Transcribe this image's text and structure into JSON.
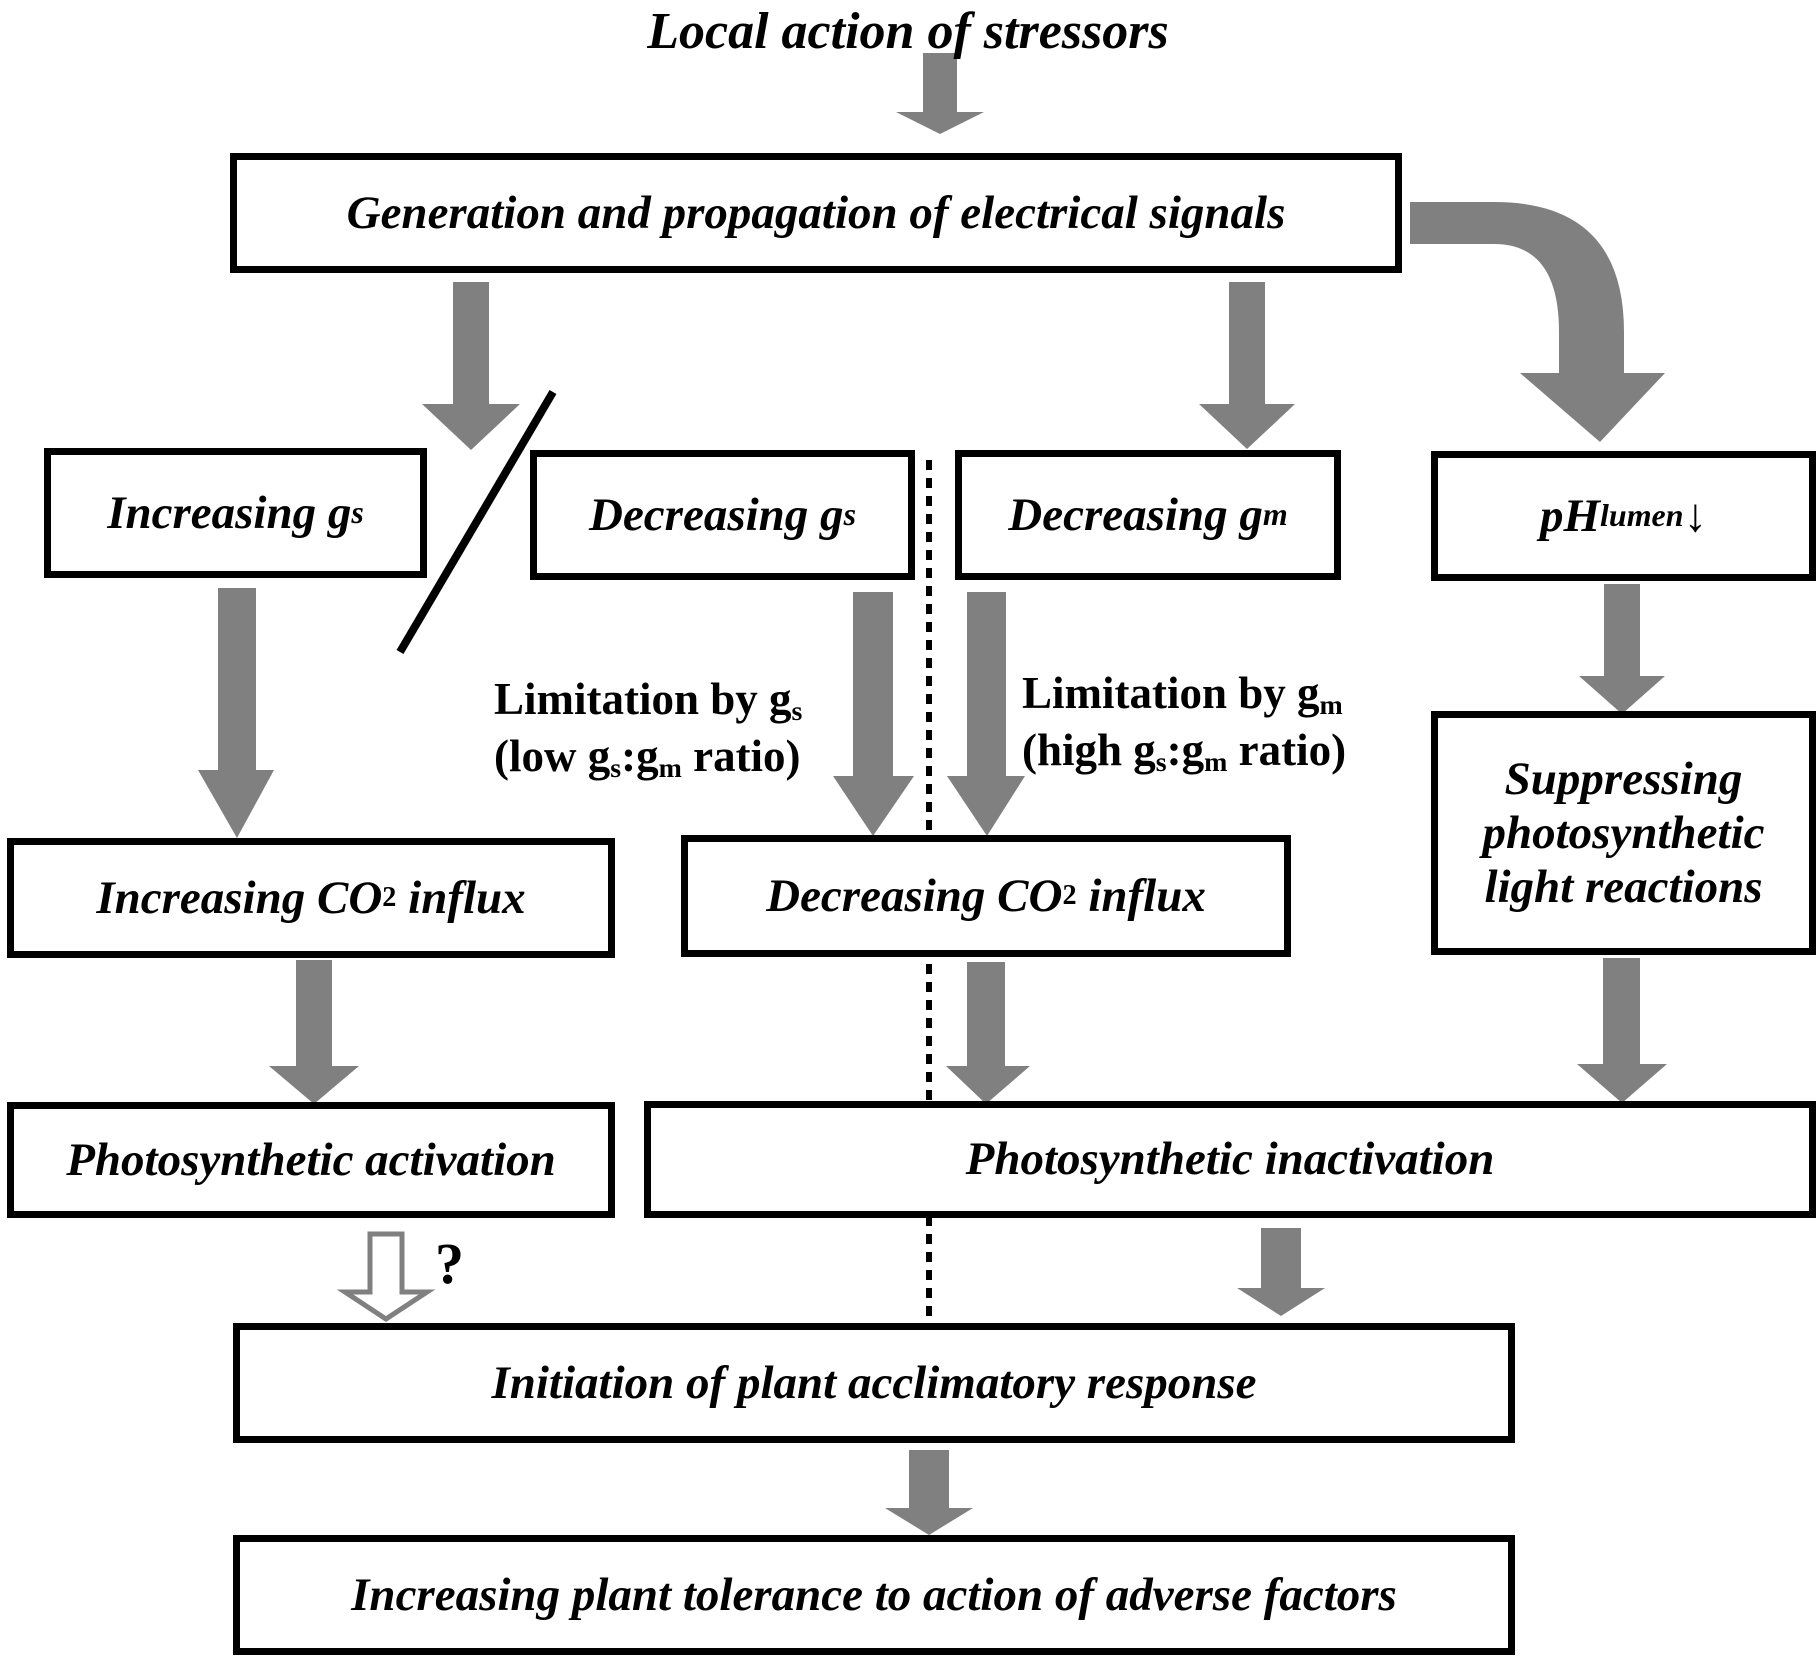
{
  "title": "Local action of stressors",
  "boxes": {
    "electrical": "Generation and propagation of electrical signals",
    "inc_gs": {
      "main": "Increasing g",
      "sub": "s"
    },
    "dec_gs": {
      "main": "Decreasing g",
      "sub": "s"
    },
    "dec_gm": {
      "main": "Decreasing g",
      "sub": "m"
    },
    "ph": {
      "main": "pH",
      "sub": "lumen",
      "tail": "↓"
    },
    "inc_co2": {
      "pre": "Increasing CO",
      "sub": "2",
      "post": " influx"
    },
    "dec_co2": {
      "pre": "Decreasing CO",
      "sub": "2",
      "post": " influx"
    },
    "suppress": [
      "Suppressing",
      "photosynthetic",
      "light reactions"
    ],
    "activation": "Photosynthetic activation",
    "inactivation": "Photosynthetic inactivation",
    "acclimatory": "Initiation of plant acclimatory response",
    "tolerance": "Increasing plant tolerance to action of adverse factors"
  },
  "labels": {
    "lim_gs": {
      "line1": {
        "pre": "Limitation by g",
        "sub": "s"
      },
      "line2": {
        "pre": "(low g",
        "sub1": "s",
        "mid": ":g",
        "sub2": "m",
        "post": " ratio)"
      }
    },
    "lim_gm": {
      "line1": {
        "pre": "Limitation by g",
        "sub": "m"
      },
      "line2": {
        "pre": "(high g",
        "sub1": "s",
        "mid": ":g",
        "sub2": "m",
        "post": " ratio)"
      }
    },
    "question": "?"
  },
  "colors": {
    "arrow": "#808080",
    "border": "#000000",
    "background": "#ffffff"
  }
}
